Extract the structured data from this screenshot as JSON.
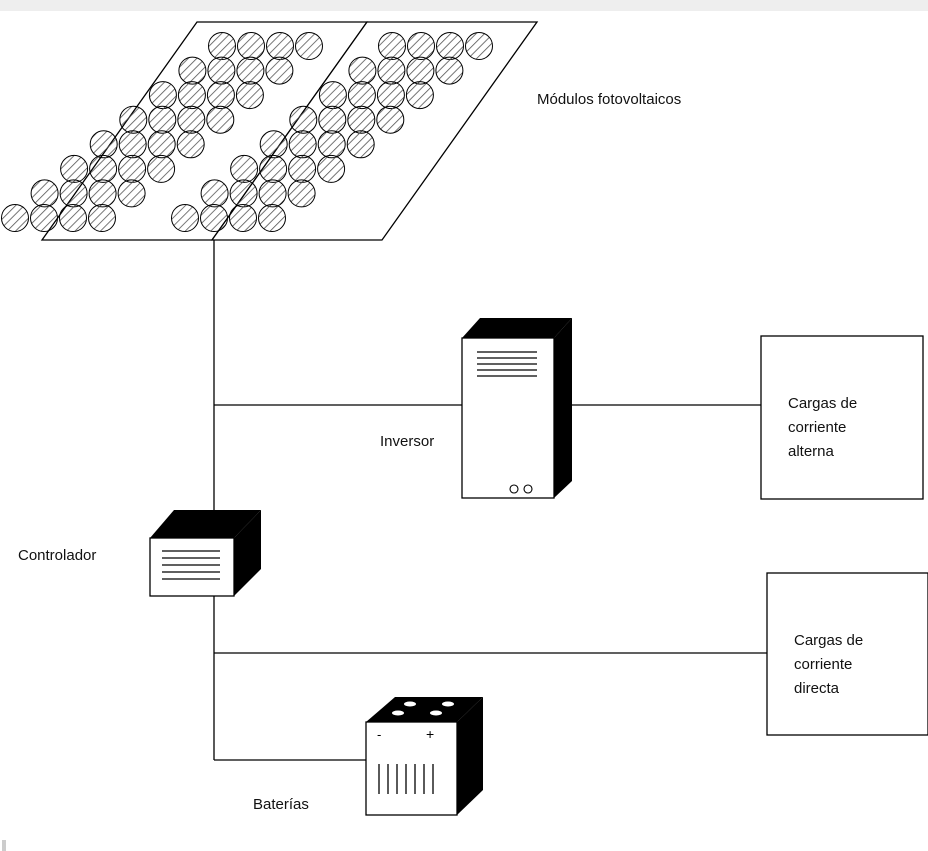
{
  "labels": {
    "modulos": "Módulos fotovoltaicos",
    "inversor": "Inversor",
    "controlador": "Controlador",
    "baterias": "Baterías",
    "cargas_ac": [
      "Cargas de",
      "corriente",
      "alterna"
    ],
    "cargas_dc": [
      "Cargas de",
      "corriente",
      "directa"
    ]
  },
  "battery_terminals": {
    "negative": "-",
    "positive": "+"
  },
  "colors": {
    "line": "#000000",
    "hatch": "#555555",
    "topbar": "#eeeeee"
  }
}
